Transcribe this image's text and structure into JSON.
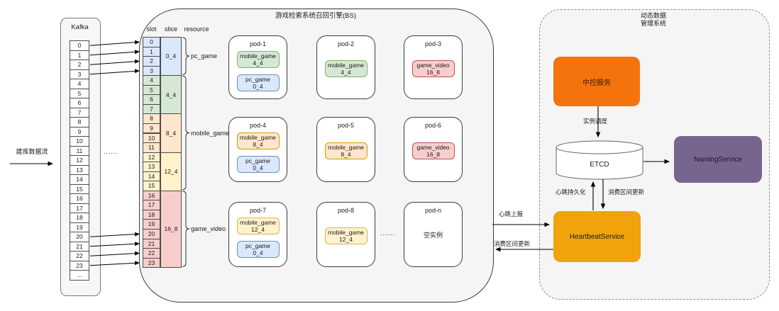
{
  "diagram": {
    "input_flow_label": "建库数据流",
    "kafka": {
      "title": "Kafka",
      "slots": [
        "0",
        "1",
        "2",
        "3",
        "4",
        "5",
        "6",
        "7",
        "8",
        "9",
        "10",
        "11",
        "12",
        "13",
        "14",
        "15",
        "16",
        "17",
        "18",
        "19",
        "20",
        "21",
        "22",
        "23",
        "..."
      ],
      "arrow_slots": [
        0,
        1,
        2,
        3,
        20,
        21,
        22,
        23
      ],
      "gap_ellipsis": "......"
    },
    "bs_engine": {
      "title": "游戏检索系统召回引擎(BS)",
      "table": {
        "headers": [
          "slot",
          "slice",
          "resource"
        ],
        "groups": [
          {
            "slice": "0_4",
            "color": "blue",
            "slots": [
              "0",
              "1",
              "2",
              "3"
            ]
          },
          {
            "slice": "4_4",
            "color": "green",
            "slots": [
              "4",
              "5",
              "6",
              "7"
            ]
          },
          {
            "slice": "8_4",
            "color": "orange",
            "slots": [
              "8",
              "9",
              "10",
              "11"
            ]
          },
          {
            "slice": "12_4",
            "color": "yellow",
            "slots": [
              "12",
              "13",
              "14",
              "15"
            ]
          },
          {
            "slice": "16_8",
            "color": "red",
            "slots": [
              "16",
              "17",
              "18",
              "19",
              "20",
              "21",
              "22",
              "23"
            ]
          }
        ],
        "resources": [
          {
            "label": "pc_game",
            "from_row": 0,
            "to_row": 3
          },
          {
            "label": "mobile_game",
            "from_row": 4,
            "to_row": 15
          },
          {
            "label": "game_video",
            "from_row": 16,
            "to_row": 23
          }
        ]
      },
      "pods": [
        {
          "title": "pod-1",
          "chips": [
            {
              "name": "mobile_game",
              "slice": "4_4",
              "color": "green"
            },
            {
              "name": "pc_game",
              "slice": "0_4",
              "color": "blue"
            }
          ]
        },
        {
          "title": "pod-2",
          "chips": [
            {
              "name": "mobile_game",
              "slice": "4_4",
              "color": "green"
            }
          ]
        },
        {
          "title": "pod-3",
          "chips": [
            {
              "name": "game_video",
              "slice": "16_8",
              "color": "red"
            }
          ]
        },
        {
          "title": "pod-4",
          "chips": [
            {
              "name": "mobile_game",
              "slice": "8_4",
              "color": "orange"
            },
            {
              "name": "pc_game",
              "slice": "0_4",
              "color": "blue"
            }
          ]
        },
        {
          "title": "pod-5",
          "chips": [
            {
              "name": "mobile_game",
              "slice": "8_4",
              "color": "orange"
            }
          ]
        },
        {
          "title": "pod-6",
          "chips": [
            {
              "name": "game_video",
              "slice": "16_8",
              "color": "red"
            }
          ]
        },
        {
          "title": "pod-7",
          "chips": [
            {
              "name": "mobile_game",
              "slice": "12_4",
              "color": "yellow"
            },
            {
              "name": "pc_game",
              "slice": "0_4",
              "color": "blue"
            }
          ]
        },
        {
          "title": "pod-8",
          "chips": [
            {
              "name": "mobile_game",
              "slice": "12_4",
              "color": "yellow"
            }
          ]
        },
        {
          "title": "pod-n",
          "empty_label": "空实例",
          "chips": []
        }
      ],
      "pods_ellipsis": "......"
    },
    "dynamic_system": {
      "title": "动态数据\n管理系统",
      "central_service": "中控服务",
      "etcd": "ETCD",
      "naming_service": "NamingService",
      "heartbeat_service": "HeartbeatService",
      "edge_labels": {
        "instance_schedule": "实例调度",
        "heartbeat_persist": "心跳持久化",
        "consume_update_inner": "消费区间更新",
        "heartbeat_report": "心跳上报",
        "consume_update_outer": "消费区间更新"
      }
    },
    "palette": {
      "blue": {
        "fill": "#dae8fc",
        "border": "#6c8ebf"
      },
      "green": {
        "fill": "#d5e8d4",
        "border": "#82b366"
      },
      "orange": {
        "fill": "#ffe6cc",
        "border": "#d79b00"
      },
      "yellow": {
        "fill": "#fff2cc",
        "border": "#d6b656"
      },
      "red": {
        "fill": "#f8cecc",
        "border": "#b85450"
      },
      "central_service_fill": "#f5730d",
      "heartbeat_fill": "#f0a30a",
      "naming_fill": "#776590"
    }
  }
}
